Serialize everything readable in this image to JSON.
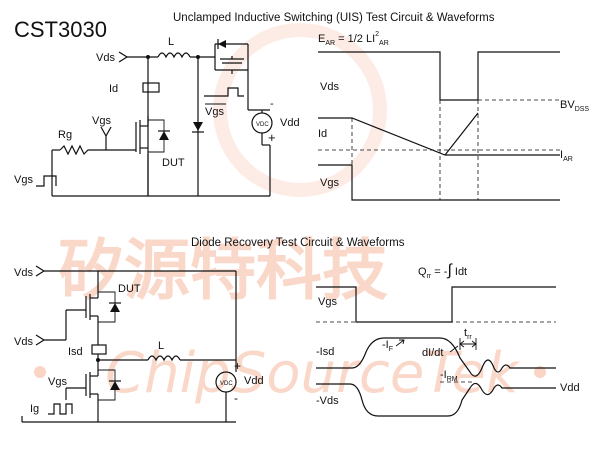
{
  "part_number": "CST3030",
  "watermark": {
    "cn": "矽源特科技",
    "en": "ChipSourceTek"
  },
  "uis": {
    "title": "Unclamped Inductive Switching (UIS) Test Circuit & Waveforms",
    "labels": {
      "vds": "Vds",
      "l": "L",
      "id": "Id",
      "vgs_top": "Vgs",
      "vgs_switch": "Vgs",
      "rg": "Rg",
      "dut": "DUT",
      "vgs_src": "Vgs",
      "vdd": "Vdd",
      "vdc": "VDC",
      "plus": "+",
      "minus": "-"
    },
    "waveform": {
      "ear_main": "E",
      "ear_sub": "AR",
      "ear_eq": " = 1/2 LI",
      "ear_sup": "2",
      "ear_sub2": "AR",
      "vds": "Vds",
      "id": "Id",
      "vgs": "Vgs",
      "bv_main": "BV",
      "bv_sub": "DSS",
      "iar_main": "I",
      "iar_sub": "AR"
    }
  },
  "diode": {
    "title": "Diode Recovery Test Circuit & Waveforms",
    "labels": {
      "vds1": "Vds",
      "vds2": "Vds",
      "dut": "DUT",
      "isd": "Isd",
      "l": "L",
      "vgs": "Vgs",
      "ig": "Ig",
      "vdd": "Vdd",
      "vdc": "VDC",
      "plus": "+",
      "minus": "-"
    },
    "waveform": {
      "qrr_main": "Q",
      "qrr_sub": "rr",
      "qrr_eq": " = -",
      "qrr_idt": " Idt",
      "vgs": "Vgs",
      "isd": "-Isd",
      "if_main": "-I",
      "if_sub": "F",
      "didt": "dI/dt",
      "trr_main": "t",
      "trr_sub": "rr",
      "irm_main": "-I",
      "irm_sub": "RM",
      "vds": "-Vds",
      "vdd": "Vdd"
    }
  }
}
